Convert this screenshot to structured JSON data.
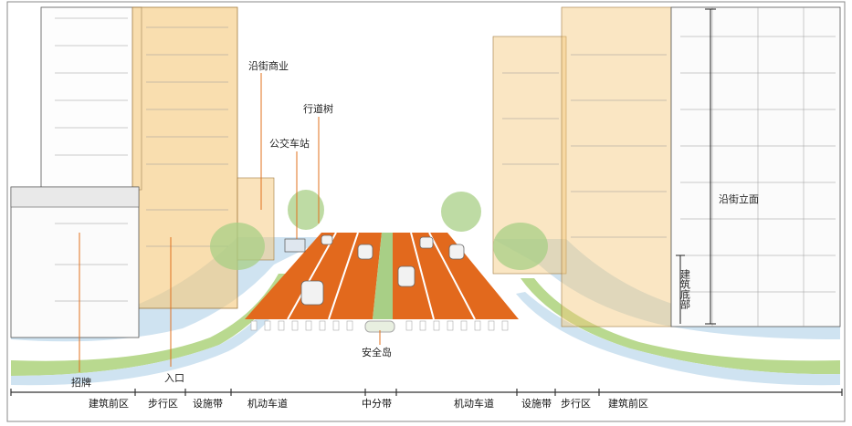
{
  "colors": {
    "lane": "#e2691d",
    "median": "#a8cf86",
    "sidewalk": "#cfe3f1",
    "green_strip": "#b9d98f",
    "highlight": "#f5c87a",
    "leader": "#e0701e",
    "frame": "#333333"
  },
  "callouts": {
    "street_shops": "沿街商业",
    "street_trees": "行道树",
    "bus_stop": "公交车站",
    "street_facade": "沿街立面",
    "building_base": "建筑底部",
    "safety_island": "安全岛",
    "signboard": "招牌",
    "entrance": "入口"
  },
  "zones": [
    {
      "label": "建筑前区"
    },
    {
      "label": "步行区"
    },
    {
      "label": "设施带"
    },
    {
      "label": "机动车道"
    },
    {
      "label": "中分带"
    },
    {
      "label": "机动车道"
    },
    {
      "label": "设施带"
    },
    {
      "label": "步行区"
    },
    {
      "label": "建筑前区"
    }
  ]
}
